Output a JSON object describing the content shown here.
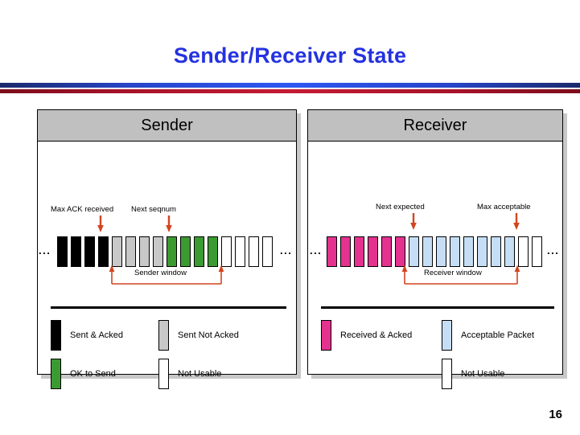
{
  "slide": {
    "title": "Sender/Receiver State",
    "page_number": "16",
    "accent_blue": "#2432E0",
    "rule_blue": "#2E57F2",
    "rule_red": "#C41B33"
  },
  "sender": {
    "header": "Sender",
    "left_ellipsis": "...",
    "right_ellipsis": "...",
    "pointers": [
      {
        "label": "Max ACK received",
        "arrow_icon": "down-arrow-icon"
      },
      {
        "label": "Next seqnum",
        "arrow_icon": "down-arrow-icon"
      }
    ],
    "window_label": "Sender window",
    "blocks": [
      "black",
      "black",
      "black",
      "black",
      "gray",
      "gray",
      "gray",
      "gray",
      "green",
      "green",
      "green",
      "green",
      "white",
      "white",
      "white",
      "white"
    ],
    "legend": [
      {
        "color": "black",
        "label": "Sent & Acked"
      },
      {
        "color": "gray",
        "label": "Sent Not Acked"
      },
      {
        "color": "green",
        "label": "OK to Send"
      },
      {
        "color": "white",
        "label": "Not Usable"
      }
    ]
  },
  "receiver": {
    "header": "Receiver",
    "left_ellipsis": "...",
    "right_ellipsis": "...",
    "pointers": [
      {
        "label": "Next expected",
        "arrow_icon": "down-arrow-icon"
      },
      {
        "label": "Max acceptable",
        "arrow_icon": "down-arrow-icon"
      }
    ],
    "window_label": "Receiver window",
    "blocks": [
      "pink",
      "pink",
      "pink",
      "pink",
      "pink",
      "pink",
      "lblue",
      "lblue",
      "lblue",
      "lblue",
      "lblue",
      "lblue",
      "lblue",
      "lblue",
      "white",
      "white"
    ],
    "legend": [
      {
        "color": "pink",
        "label": "Received & Acked"
      },
      {
        "color": "lblue",
        "label": "Acceptable Packet"
      },
      {
        "color": "white",
        "label": "Not Usable"
      }
    ]
  },
  "colors": {
    "sent_acked": "#000000",
    "sent_not_acked": "#c8c8c8",
    "ok_to_send": "#3C9A33",
    "not_usable": "#ffffff",
    "received_acked": "#E4328F",
    "acceptable_packet": "#C5DEF5",
    "arrow": "#D2451E"
  }
}
